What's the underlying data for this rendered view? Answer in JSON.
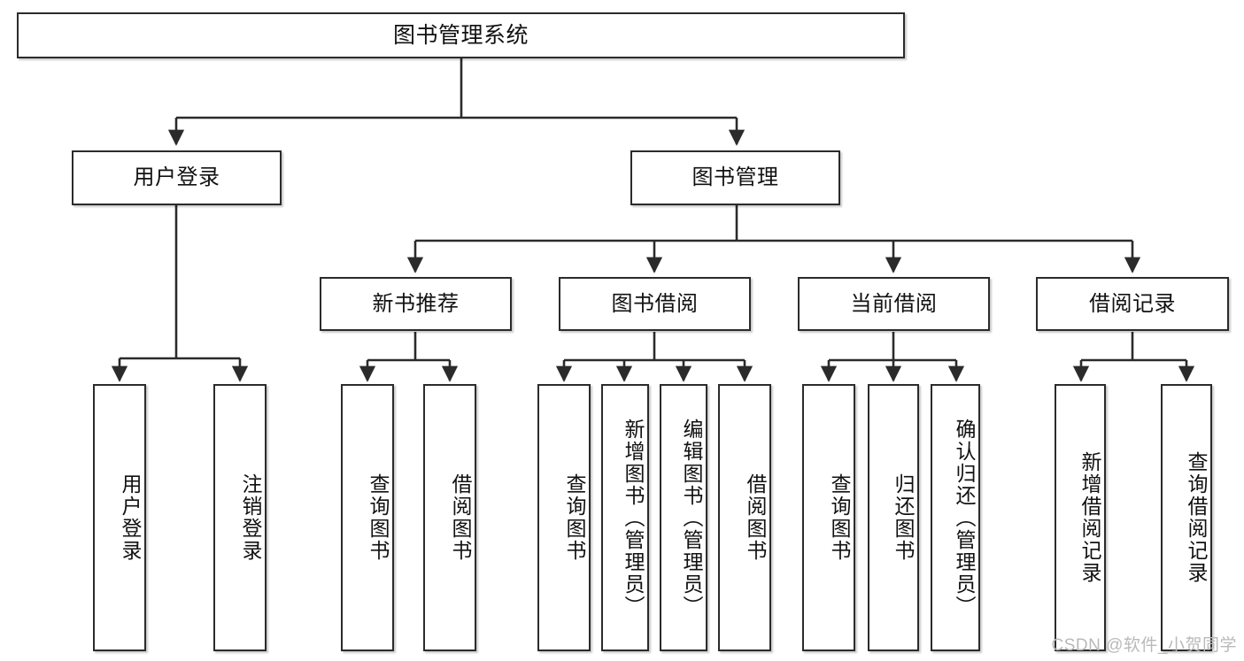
{
  "diagram": {
    "title": "图书管理系统",
    "type": "tree-hierarchy-diagram",
    "colors": {
      "box_border": "#2b2b2b",
      "box_fill": "#ffffff",
      "connector": "#2b2b2b",
      "watermark": "#b9b9b9",
      "background": "#ffffff"
    },
    "root": {
      "label": "图书管理系统"
    },
    "level2": [
      {
        "label": "用户登录"
      },
      {
        "label": "图书管理"
      }
    ],
    "level3": [
      {
        "label": "新书推荐"
      },
      {
        "label": "图书借阅"
      },
      {
        "label": "当前借阅"
      },
      {
        "label": "借阅记录"
      }
    ],
    "leaves": {
      "user_login": [
        {
          "label": "用户登录"
        },
        {
          "label": "注销登录"
        }
      ],
      "new_book_recommend": [
        {
          "label": "查询图书"
        },
        {
          "label": "借阅图书"
        }
      ],
      "book_borrow": [
        {
          "label": "查询图书"
        },
        {
          "label": "新增图书（管理员）"
        },
        {
          "label": "编辑图书（管理员）"
        },
        {
          "label": "借阅图书"
        }
      ],
      "current_borrow": [
        {
          "label": "查询图书"
        },
        {
          "label": "归还图书"
        },
        {
          "label": "确认归还（管理员）"
        }
      ],
      "borrow_record": [
        {
          "label": "新增借阅记录"
        },
        {
          "label": "查询借阅记录"
        }
      ]
    }
  },
  "watermark": {
    "text": "CSDN @软件_小贺同学"
  }
}
